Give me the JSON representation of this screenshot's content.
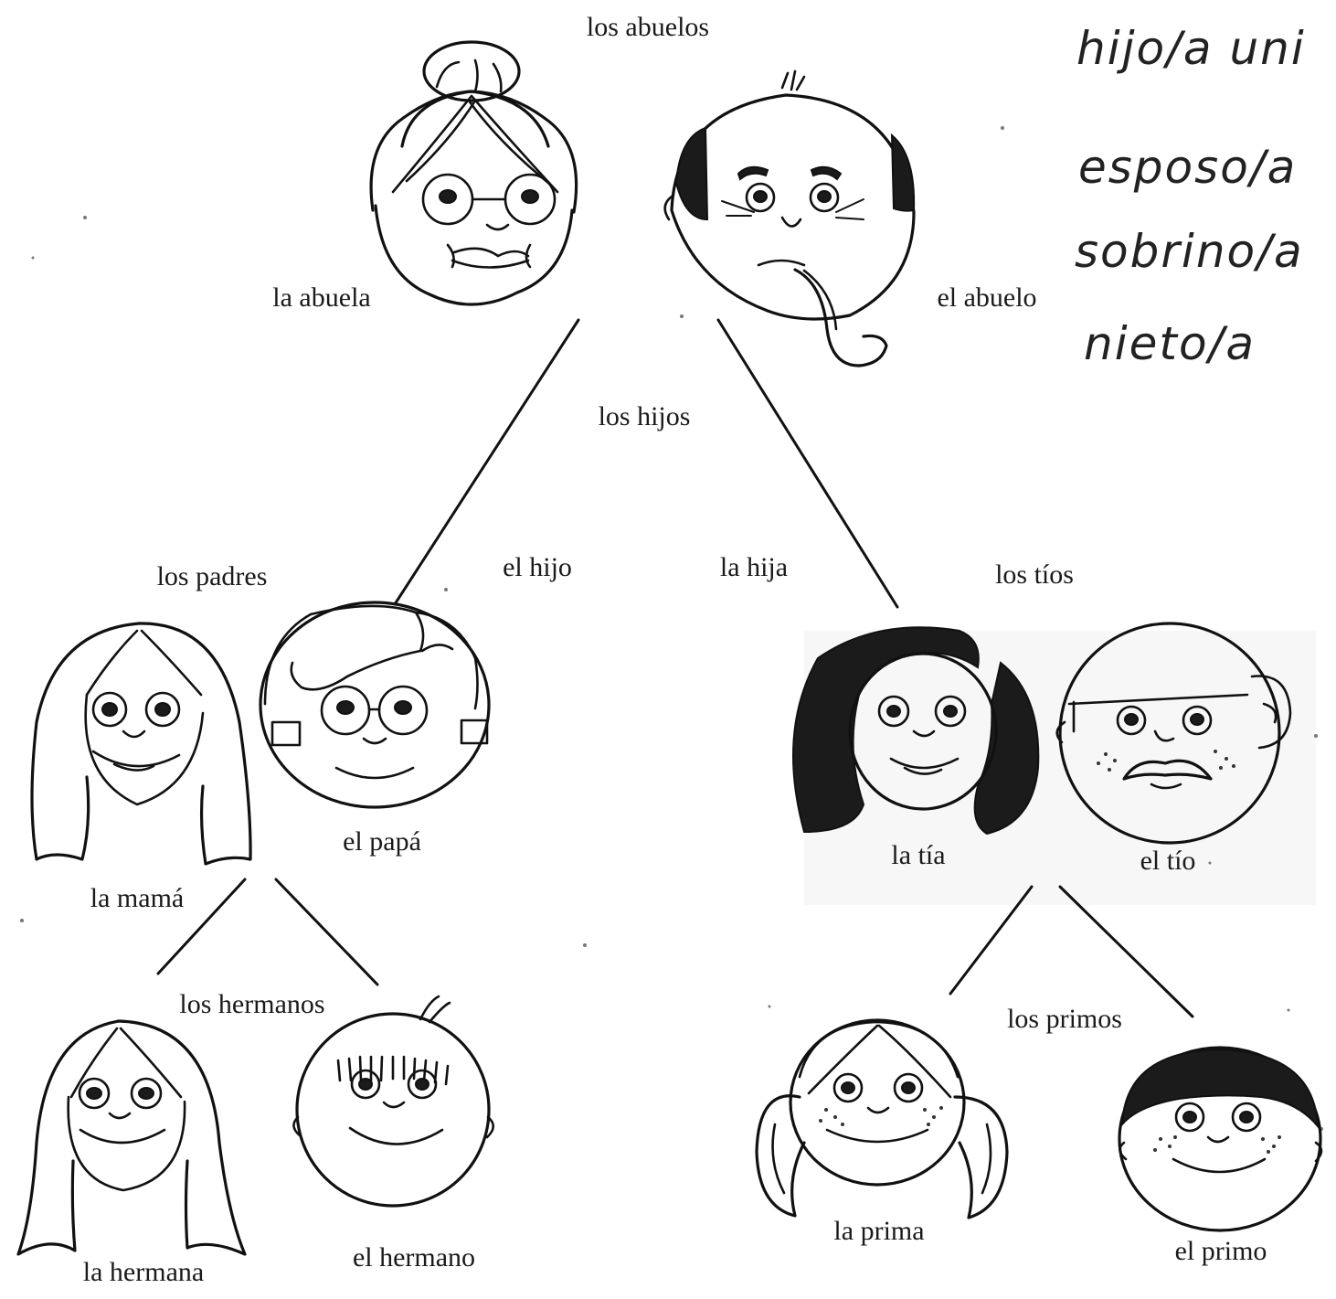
{
  "labels": {
    "grandparents": "los abuelos",
    "grandmother": "la abuela",
    "grandfather": "el abuelo",
    "children": "los hijos",
    "son": "el hijo",
    "daughter": "la hija",
    "parents": "los padres",
    "aunts_uncles": "los tíos",
    "mom": "la mamá",
    "dad": "el papá",
    "aunt": "la tía",
    "uncle": "el tío",
    "siblings": "los hermanos",
    "cousins": "los primos",
    "sister": "la hermana",
    "brother": "el hermano",
    "female_cousin": "la prima",
    "male_cousin": "el primo"
  },
  "handwritten_notes": [
    "hijo/a uni",
    "esposo/a",
    "sobrino/a",
    "nieto/a"
  ]
}
